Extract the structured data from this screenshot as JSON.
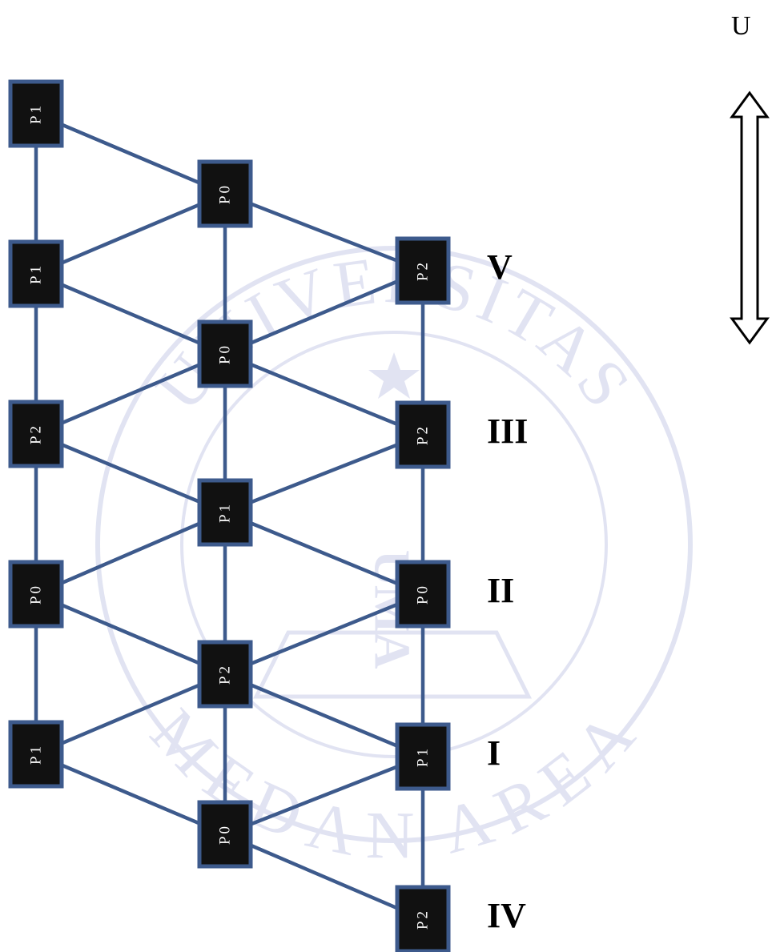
{
  "orientation_label": "U",
  "orientation_arrow": "double-headed-vertical-arrow",
  "watermark": {
    "text_top": "UNIVERSITAS",
    "text_bottom": "MEDAN AREA",
    "center": "UMA",
    "color": "#c9cde8"
  },
  "colors": {
    "node_fill": "#111111",
    "node_border": "#3d5a8c",
    "edge": "#3d5a8c"
  },
  "nodes": [
    {
      "id": "a1",
      "label": "P1"
    },
    {
      "id": "a2",
      "label": "P1"
    },
    {
      "id": "a3",
      "label": "P2"
    },
    {
      "id": "a4",
      "label": "P0"
    },
    {
      "id": "a5",
      "label": "P1"
    },
    {
      "id": "b1",
      "label": "P0"
    },
    {
      "id": "b2",
      "label": "P0"
    },
    {
      "id": "b3",
      "label": "P1"
    },
    {
      "id": "b4",
      "label": "P2"
    },
    {
      "id": "b5",
      "label": "P0"
    },
    {
      "id": "c1",
      "label": "P2"
    },
    {
      "id": "c2",
      "label": "P2"
    },
    {
      "id": "c3",
      "label": "P0"
    },
    {
      "id": "c4",
      "label": "P1"
    },
    {
      "id": "c5",
      "label": "P2"
    }
  ],
  "edges": [
    [
      "a1",
      "a2"
    ],
    [
      "a2",
      "a3"
    ],
    [
      "a3",
      "a4"
    ],
    [
      "a4",
      "a5"
    ],
    [
      "b1",
      "b2"
    ],
    [
      "b2",
      "b3"
    ],
    [
      "b3",
      "b4"
    ],
    [
      "b4",
      "b5"
    ],
    [
      "c1",
      "c2"
    ],
    [
      "c2",
      "c3"
    ],
    [
      "c3",
      "c4"
    ],
    [
      "c4",
      "c5"
    ],
    [
      "a1",
      "b1"
    ],
    [
      "a2",
      "b1"
    ],
    [
      "a2",
      "b2"
    ],
    [
      "a3",
      "b2"
    ],
    [
      "a3",
      "b3"
    ],
    [
      "a4",
      "b3"
    ],
    [
      "a4",
      "b4"
    ],
    [
      "a5",
      "b4"
    ],
    [
      "a5",
      "b5"
    ],
    [
      "b1",
      "c1"
    ],
    [
      "b2",
      "c1"
    ],
    [
      "b2",
      "c2"
    ],
    [
      "b3",
      "c2"
    ],
    [
      "b3",
      "c3"
    ],
    [
      "b4",
      "c3"
    ],
    [
      "b4",
      "c4"
    ],
    [
      "b5",
      "c4"
    ],
    [
      "b5",
      "c5"
    ]
  ],
  "row_labels": [
    {
      "id": "c1",
      "text": "V"
    },
    {
      "id": "c2",
      "text": "III"
    },
    {
      "id": "c3",
      "text": "II"
    },
    {
      "id": "c4",
      "text": "I"
    },
    {
      "id": "c5",
      "text": "IV"
    }
  ]
}
